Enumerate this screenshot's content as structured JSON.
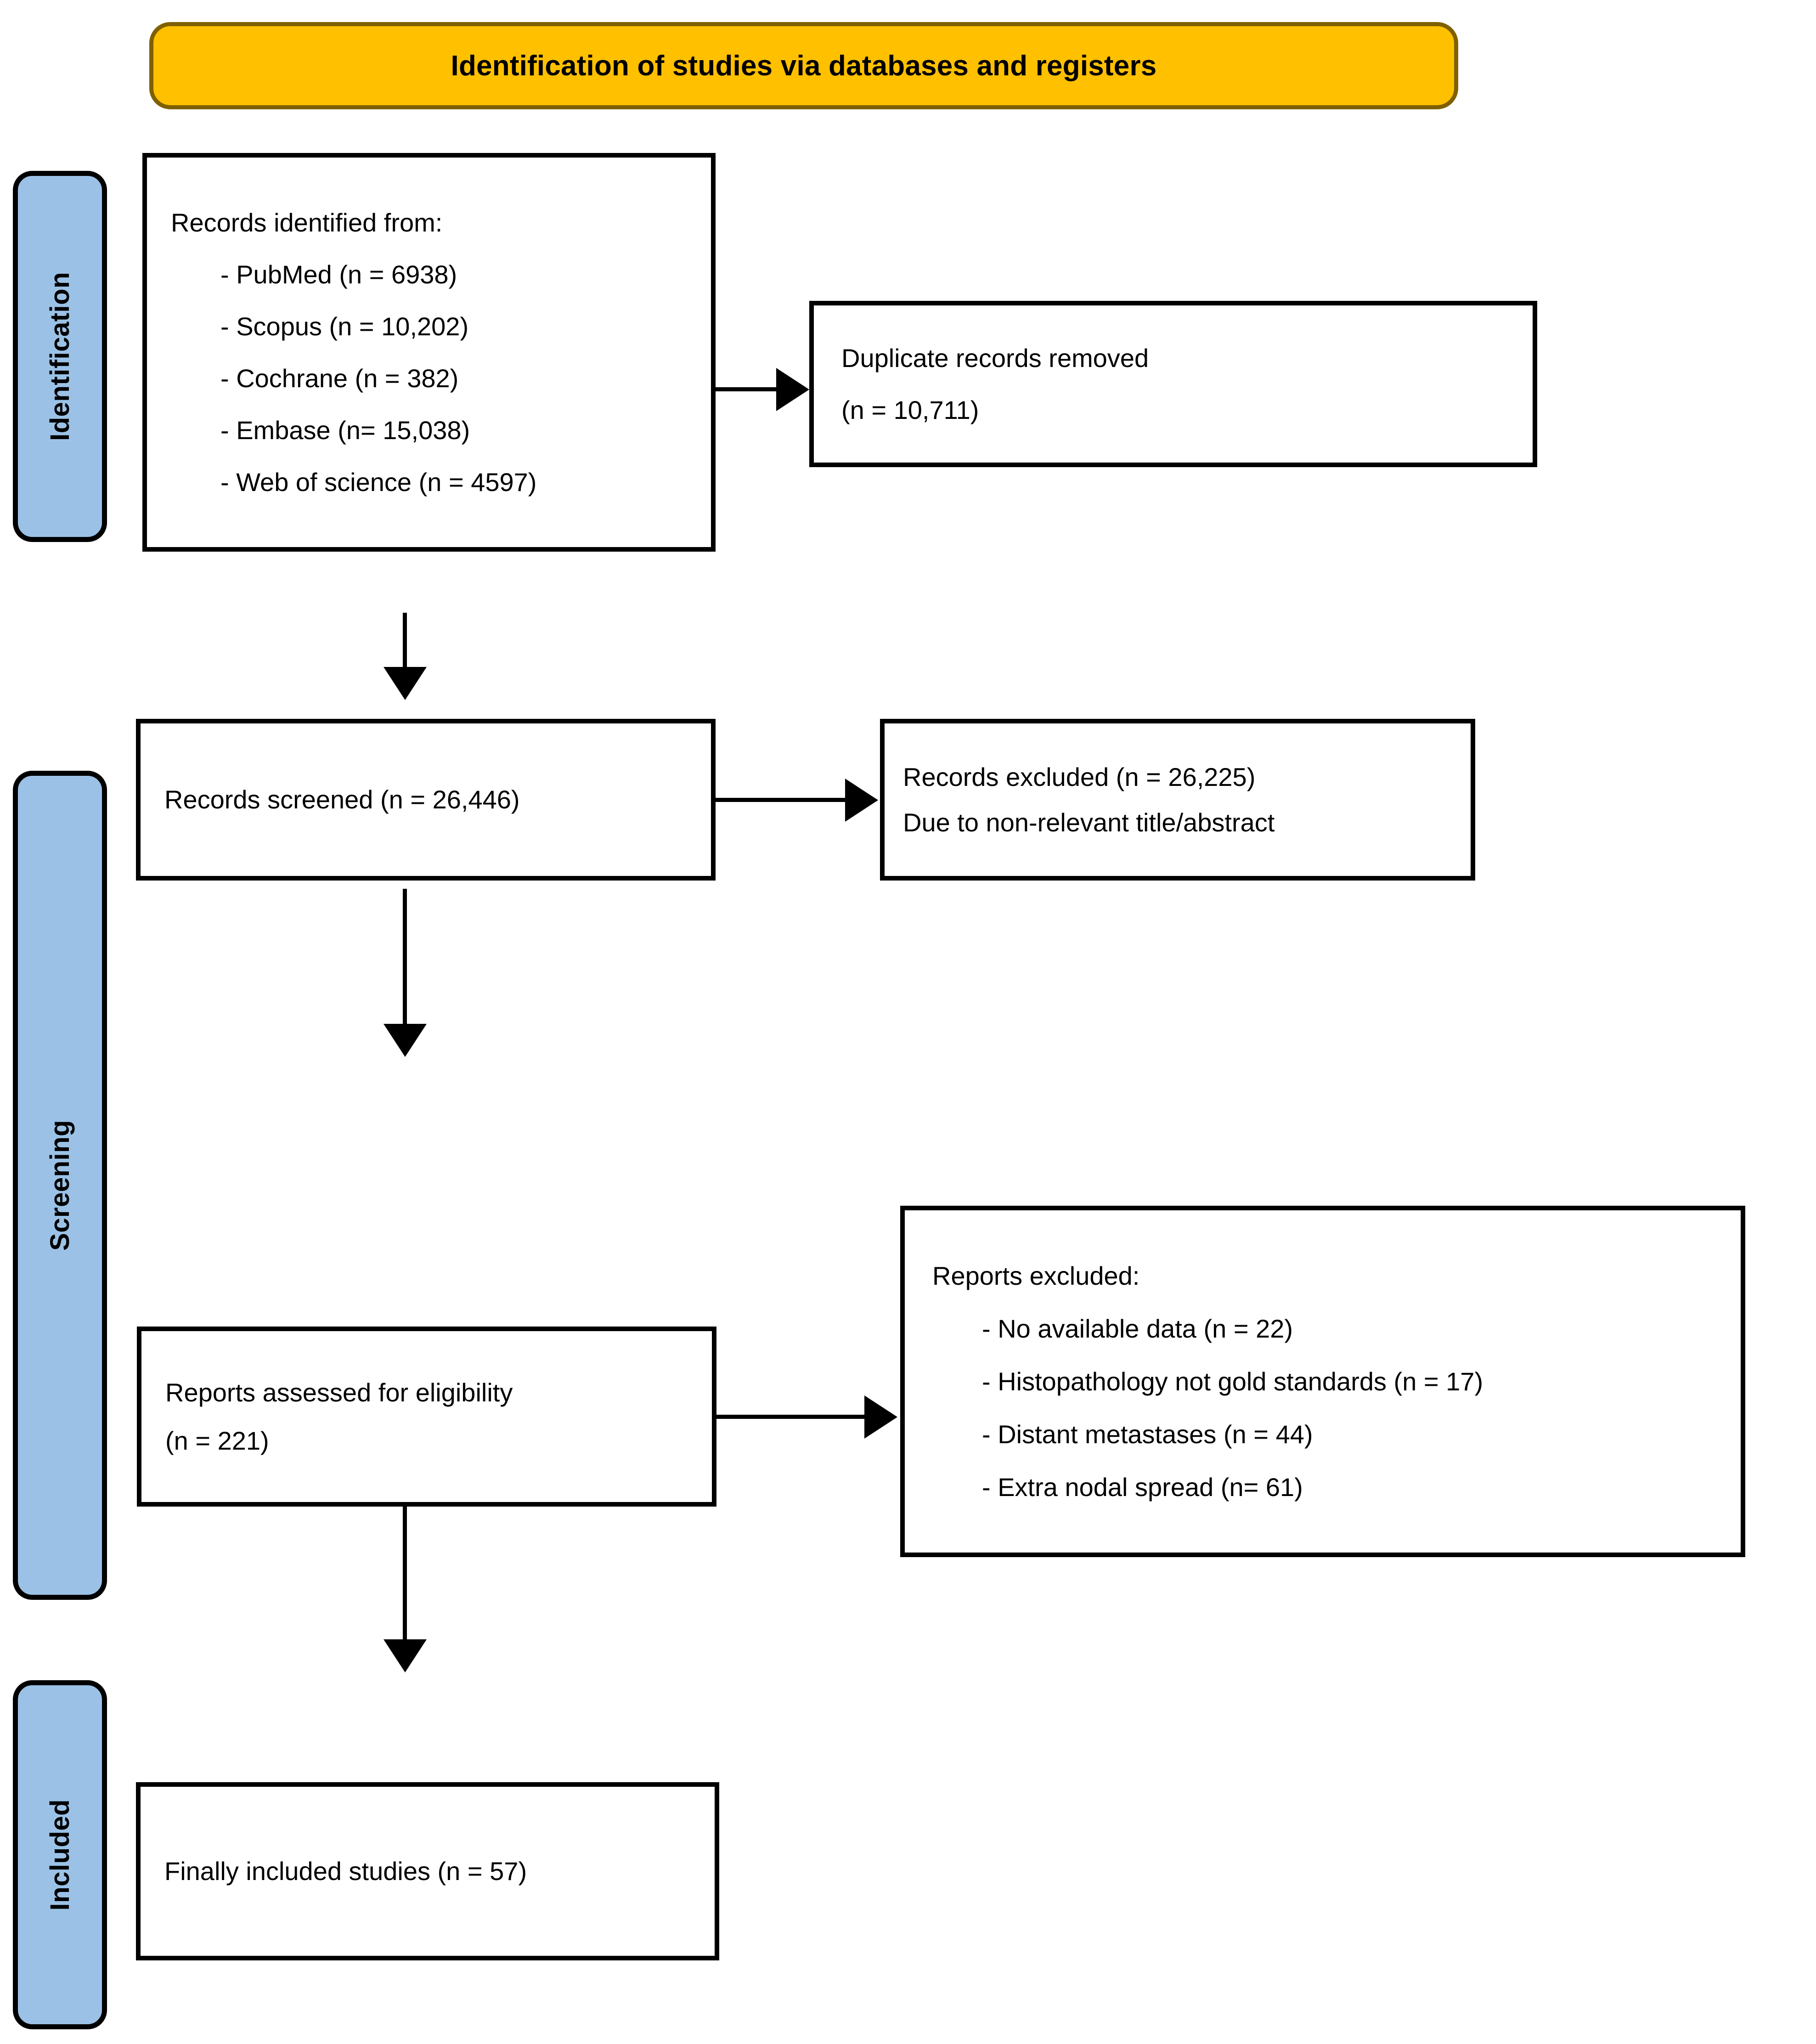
{
  "banner": {
    "title": "Identification of studies via databases and registers"
  },
  "phases": [
    {
      "key": "identification",
      "label": "Identification"
    },
    {
      "key": "screening",
      "label": "Screening"
    },
    {
      "key": "included",
      "label": "Included"
    }
  ],
  "boxes": {
    "identified": {
      "heading": "Records identified from:",
      "items": [
        "- PubMed (n = 6938)",
        "- Scopus (n = 10,202)",
        "- Cochrane (n = 382)",
        "- Embase (n= 15,038)",
        "- Web of science (n = 4597)"
      ]
    },
    "duplicates": {
      "line1": "Duplicate records removed",
      "line2": "(n = 10,711)"
    },
    "screened": {
      "line1": "Records screened (n = 26,446)"
    },
    "records_excluded": {
      "line1": "Records excluded (n = 26,225)",
      "line2": "Due to non-relevant title/abstract"
    },
    "assessed": {
      "line1": "Reports assessed for eligibility",
      "line2": "(n = 221)"
    },
    "reports_excluded": {
      "heading": "Reports excluded:",
      "items": [
        "- No available data (n = 22)",
        "- Histopathology not gold standards (n = 17)",
        "- Distant metastases (n = 44)",
        "- Extra nodal spread (n= 61)"
      ]
    },
    "final": {
      "line1": "Finally included studies (n = 57)"
    }
  },
  "colors": {
    "banner_fill": "#FFC000",
    "banner_border": "#7F6000",
    "phase_fill": "#9BC2E6",
    "box_border": "#000000",
    "box_fill": "#FFFFFF",
    "connector": "#000000"
  }
}
